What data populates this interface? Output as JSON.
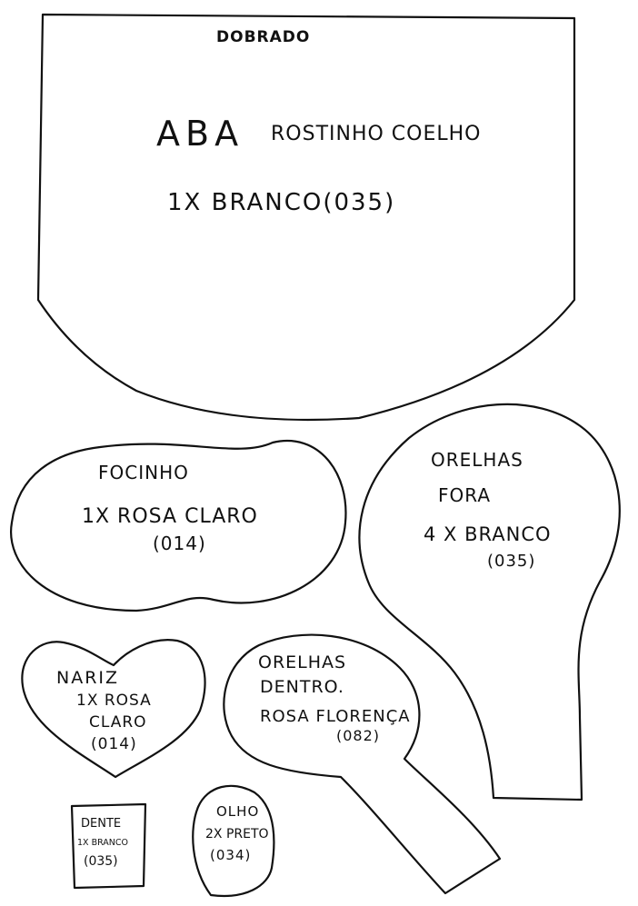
{
  "aba": {
    "fold_label": "DOBRADO",
    "title": "ABA",
    "subtitle": "ROSTINHO COELHO",
    "quantity": "1X BRANCO(035)"
  },
  "focinho": {
    "title": "FOCINHO",
    "quantity": "1X ROSA CLARO",
    "code": "(014)"
  },
  "orelhas_fora": {
    "title_line1": "ORELHAS",
    "title_line2": "FORA",
    "quantity": "4 X BRANCO",
    "code": "(035)"
  },
  "nariz": {
    "title": "NARIZ",
    "quantity": "1X ROSA",
    "color_line": "CLARO",
    "code": "(014)"
  },
  "orelhas_dentro": {
    "title_line1": "ORELHAS",
    "title_line2": "DENTRO.",
    "color": "ROSA FLORENÇA",
    "code": "(082)"
  },
  "dente": {
    "title": "DENTE",
    "quantity": "1X BRANCO",
    "code": "(035)"
  },
  "olho": {
    "title": "OLHO",
    "quantity": "2X PRETO",
    "code": "(034)"
  }
}
